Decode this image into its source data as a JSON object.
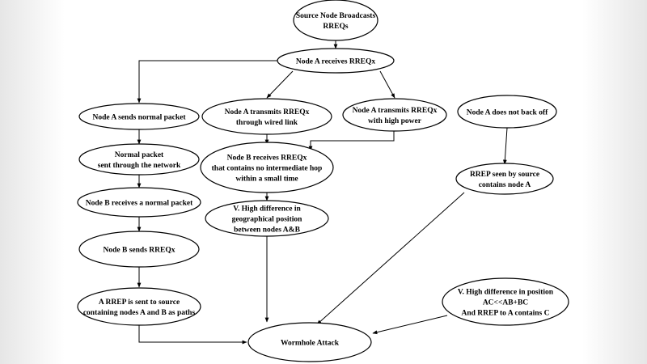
{
  "nodes": [
    {
      "id": "source",
      "lines": [
        "Source Node Broadcasts",
        "RREQs"
      ]
    },
    {
      "id": "a_receives",
      "lines": [
        "Node A receives  RREQx"
      ]
    },
    {
      "id": "a_sends_normal",
      "lines": [
        "Node A sends normal packet"
      ]
    },
    {
      "id": "a_wired",
      "lines": [
        "Node A transmits RREQx",
        "through wired link"
      ]
    },
    {
      "id": "a_high_power",
      "lines": [
        "Node A transmits RREQx",
        "with high power"
      ]
    },
    {
      "id": "a_no_backoff",
      "lines": [
        "Node A does not back off"
      ]
    },
    {
      "id": "normal_packet",
      "lines": [
        "Normal packet",
        "sent through the network"
      ]
    },
    {
      "id": "b_receives_rreq",
      "lines": [
        "Node B receives  RREQx",
        "that contains no intermediate hop",
        "within a small  time"
      ]
    },
    {
      "id": "rrep_seen",
      "lines": [
        "RREP seen by source",
        "contains node A"
      ]
    },
    {
      "id": "b_receives_normal",
      "lines": [
        "Node B receives a normal packet"
      ]
    },
    {
      "id": "geo_difference",
      "lines": [
        "V. High difference in",
        "geographical position",
        "between nodes A&B"
      ]
    },
    {
      "id": "b_sends",
      "lines": [
        "Node B sends  RREQx"
      ]
    },
    {
      "id": "rrep_paths",
      "lines": [
        "A RREP is  sent to source",
        "containing nodes A and B as paths"
      ]
    },
    {
      "id": "position_diff",
      "lines": [
        "V. High difference in position",
        "AC<<AB+BC",
        "And RREP to A contains C"
      ]
    },
    {
      "id": "wormhole",
      "lines": [
        "Wormhole Attack"
      ]
    }
  ]
}
